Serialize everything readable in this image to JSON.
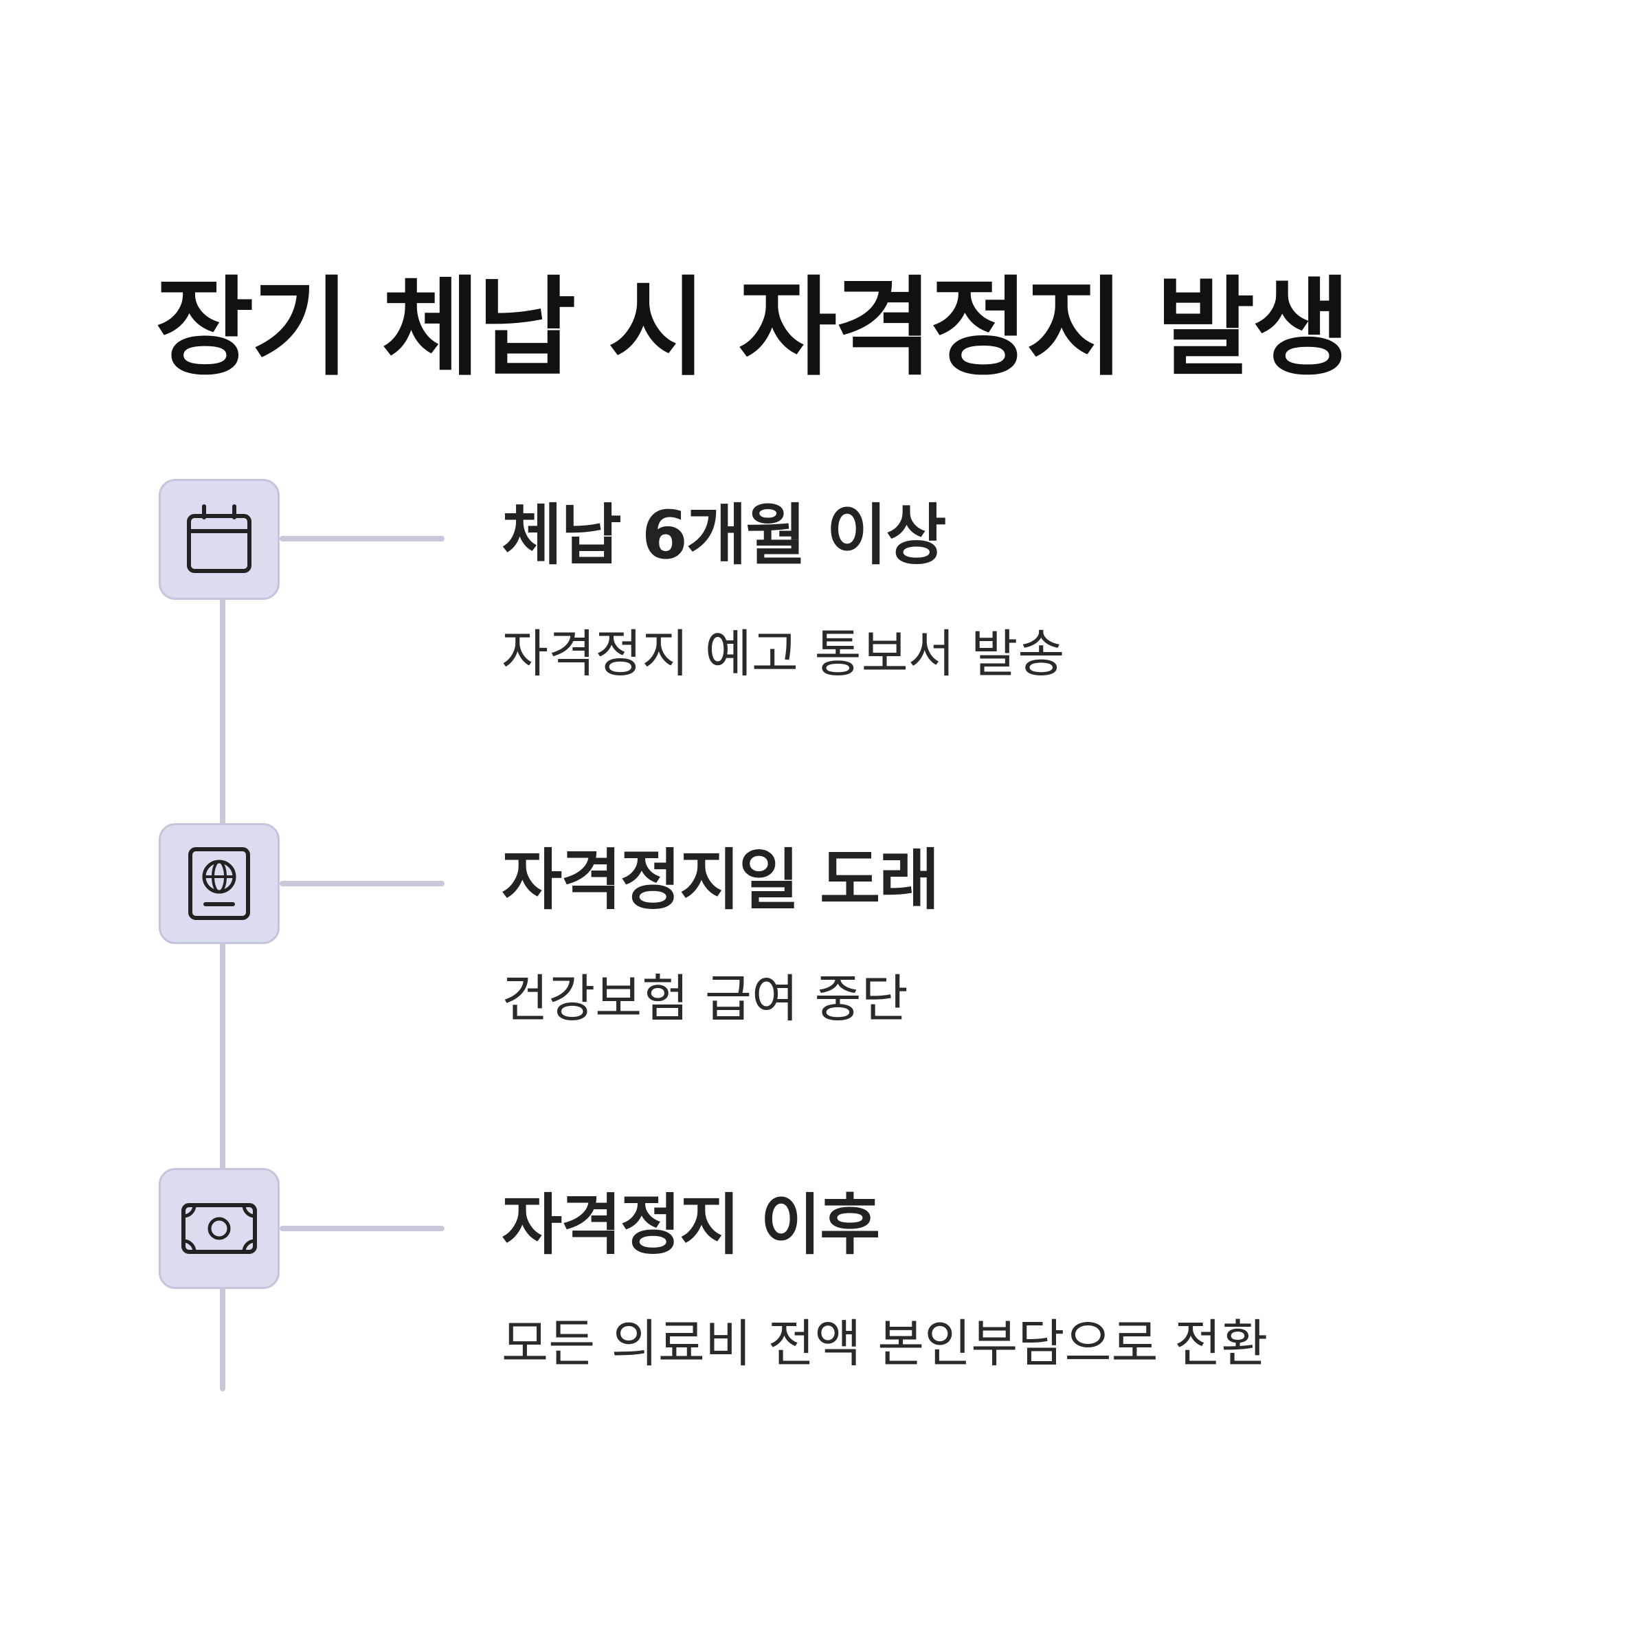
{
  "title": "장기 체납 시 자격정지 발생",
  "steps": [
    {
      "icon": "calendar-icon",
      "heading": "체납 6개월 이상",
      "description": "자격정지 예고 통보서 발송"
    },
    {
      "icon": "passport-icon",
      "heading": "자격정지일 도래",
      "description": "건강보험 급여 중단"
    },
    {
      "icon": "banknote-icon",
      "heading": "자격정지 이후",
      "description": "모든 의료비 전액 본인부담으로 전환"
    }
  ],
  "colors": {
    "icon_background": "#dcdcf0",
    "icon_border": "#c4c4dc",
    "line": "#c8c8d8",
    "icon_stroke": "#222222"
  }
}
